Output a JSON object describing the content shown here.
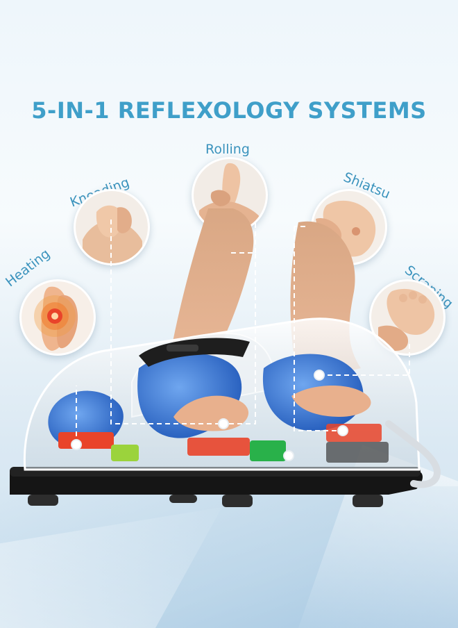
{
  "headline": "5-IN-1 REFLEXOLOGY SYSTEMS",
  "functions": {
    "heating": "Heating",
    "kneading": "Kneading",
    "rolling": "Rolling",
    "shiatsu": "Shiatsu",
    "scraping": "Scraping"
  },
  "colors": {
    "accent": "#3f9fc9",
    "heat": "#e9442a",
    "airbag_blue": "#2f6fd1",
    "base": "#151515"
  },
  "icons": [
    "heat-spot-icon",
    "hand-icon",
    "foot-icon"
  ]
}
